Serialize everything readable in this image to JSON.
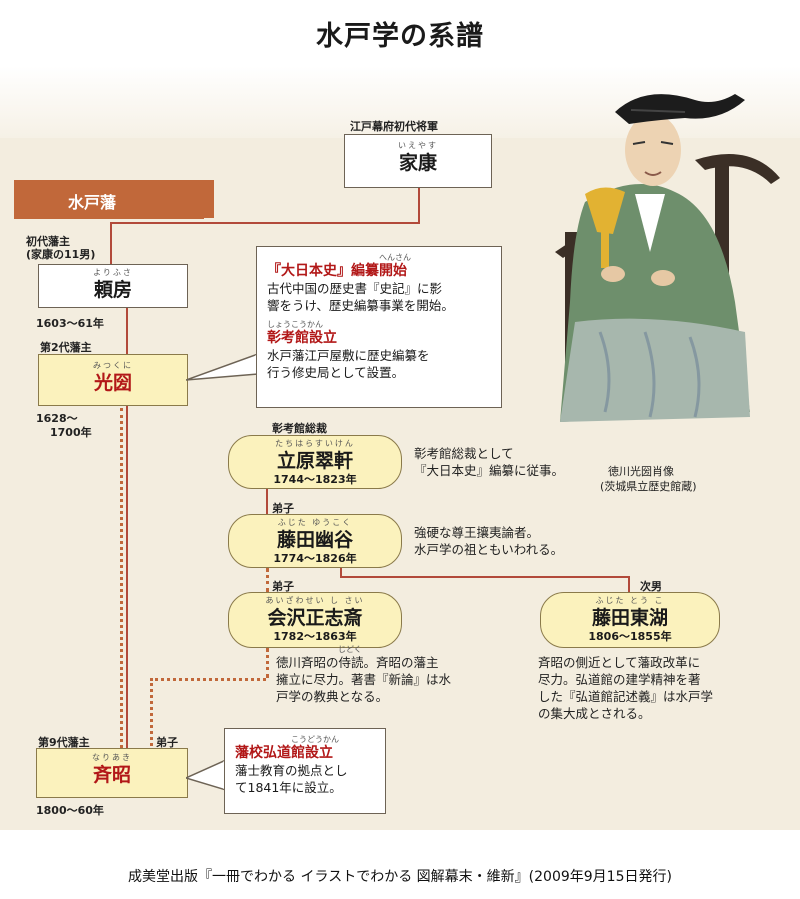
{
  "title": "水戸学の系譜",
  "domain_band": "水戸藩",
  "ieyasu": {
    "rank": "江戸幕府初代将軍",
    "ruby": "いえやす",
    "name": "家康"
  },
  "yorifusa": {
    "rank_line1": "初代藩主",
    "rank_line2": "(家康の11男)",
    "ruby": "よりふさ",
    "name": "頼房",
    "years": "1603〜61年"
  },
  "mitsukuni": {
    "rank": "第2代藩主",
    "ruby": "みつくに",
    "name": "光圀",
    "years_line1": "1628〜",
    "years_line2": "1700年"
  },
  "callout1": {
    "h1_ruby": "へんさん",
    "h1": "『大日本史』編纂開始",
    "b1": [
      "古代中国の歴史書『史記』に影",
      "響をうけ、歴史編纂事業を開始。"
    ],
    "h2_ruby": "しょうこうかん",
    "h2": "彰考館設立",
    "b2": [
      "水戸藩江戸屋敷に歴史編纂を",
      "行う修史局として設置。"
    ]
  },
  "portrait": {
    "caption_line1": "徳川光圀肖像",
    "caption_line2": "(茨城県立歴史館蔵)"
  },
  "suiken": {
    "role": "彰考館総裁",
    "ruby": "たちはらすいけん",
    "name": "立原翠軒",
    "years": "1744〜1823年",
    "desc": [
      "彰考館総裁として",
      "『大日本史』編纂に従事。"
    ]
  },
  "yukoku": {
    "role": "弟子",
    "ruby": "ふじた ゆうこく",
    "name": "藤田幽谷",
    "years": "1774〜1826年",
    "desc": [
      "強硬な尊王攘夷論者。",
      "水戸学の祖ともいわれる。"
    ]
  },
  "seishisai": {
    "role": "弟子",
    "ruby": "あいざわせい し さい",
    "name": "会沢正志斎",
    "years": "1782〜1863年",
    "desc_ruby": "じどく",
    "desc": [
      "徳川斉昭の侍読。斉昭の藩主",
      "擁立に尽力。著書『新論』は水",
      "戸学の教典となる。"
    ]
  },
  "toko": {
    "role": "次男",
    "ruby": "ふじた とう こ",
    "name": "藤田東湖",
    "years": "1806〜1855年",
    "desc": [
      "斉昭の側近として藩政改革に",
      "尽力。弘道館の建学精神を著",
      "した『弘道館記述義』は水戸学",
      "の集大成とされる。"
    ]
  },
  "nariaki": {
    "rank": "第9代藩主",
    "disciple": "弟子",
    "ruby": "なりあき",
    "name": "斉昭",
    "years": "1800〜60年"
  },
  "callout2": {
    "h_ruby": "こうどうかん",
    "h": "藩校弘道館設立",
    "b": [
      "藩士教育の拠点とし",
      "て1841年に設立。"
    ]
  },
  "caption": "成美堂出版『一冊でわかる イラストでわかる 図解幕末・維新』(2009年9月15日発行)"
}
